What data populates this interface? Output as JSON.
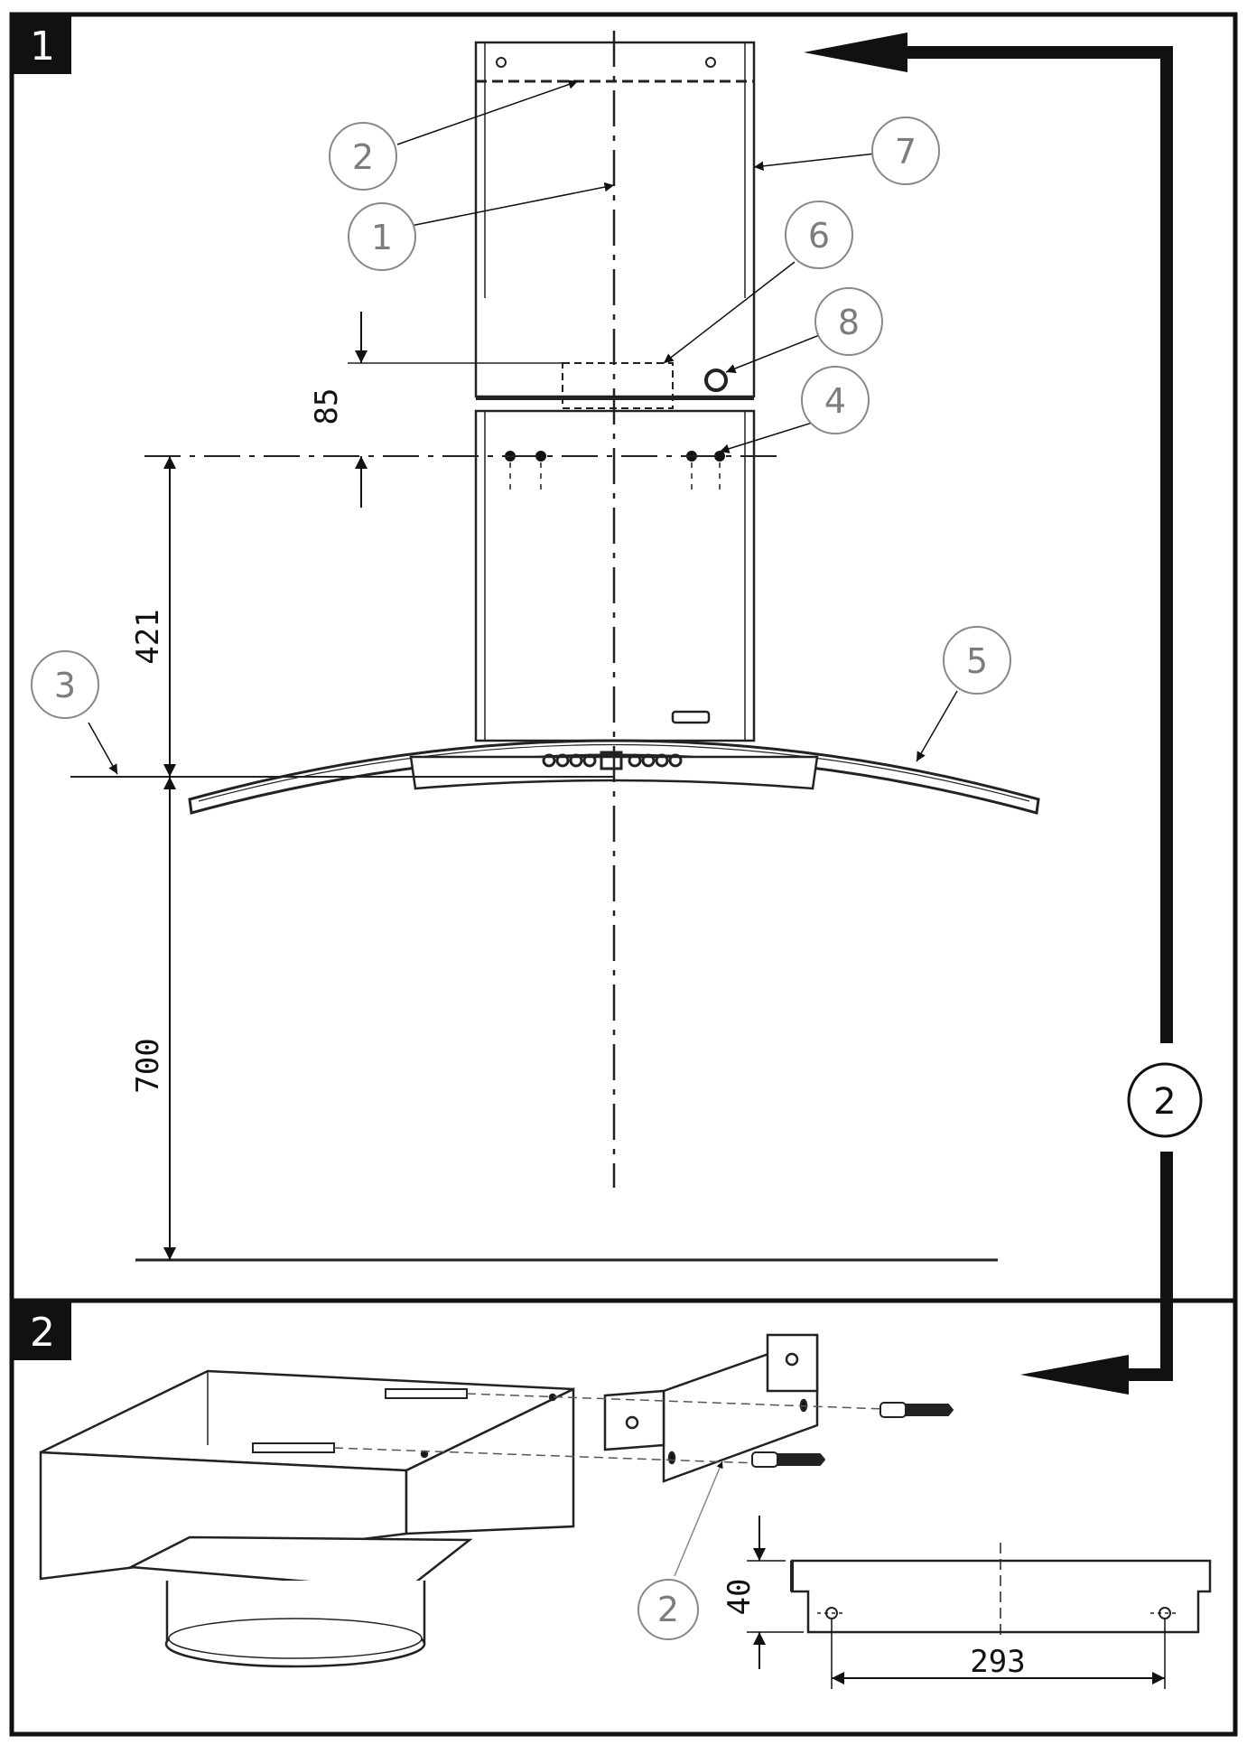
{
  "panels": [
    {
      "id": "panel-1",
      "number": "1"
    },
    {
      "id": "panel-2",
      "number": "2"
    }
  ],
  "panel1": {
    "dimensions": {
      "d85": "85",
      "d421": "421",
      "d700": "700"
    },
    "callouts": {
      "c1": "1",
      "c2": "2",
      "c3": "3",
      "c4": "4",
      "c5": "5",
      "c6": "6",
      "c7": "7",
      "c8": "8"
    }
  },
  "flow": {
    "callout": "2"
  },
  "panel2": {
    "callout": "2",
    "dimensions": {
      "d40": "40",
      "d293": "293"
    }
  }
}
